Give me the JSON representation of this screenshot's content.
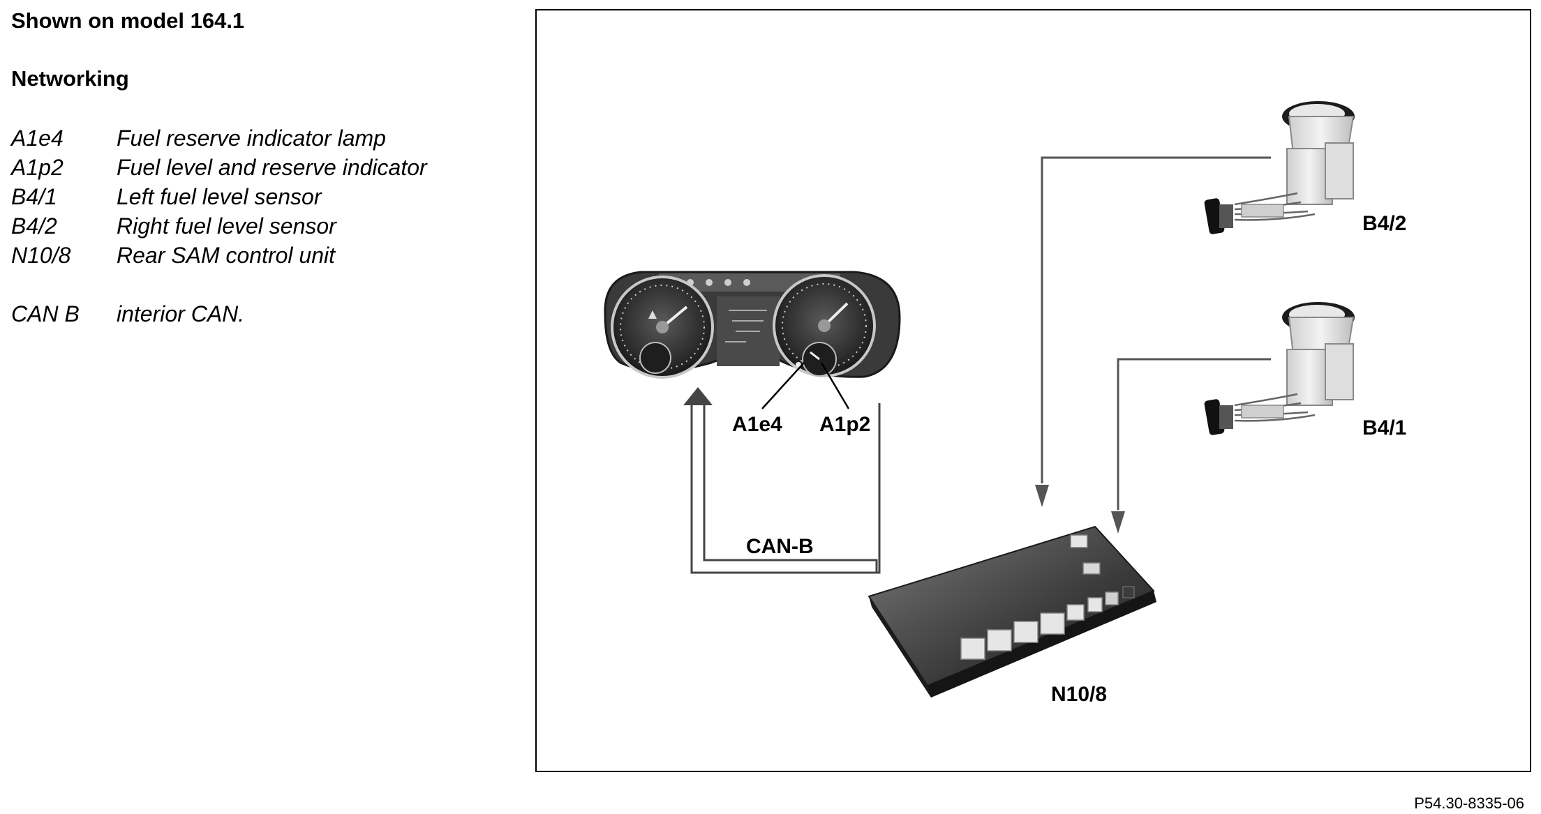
{
  "header": {
    "model": "Shown on model 164.1",
    "section": "Networking"
  },
  "legend": [
    {
      "code": "A1e4",
      "desc": "Fuel reserve indicator lamp"
    },
    {
      "code": "A1p2",
      "desc": "Fuel level and reserve indicator"
    },
    {
      "code": "B4/1",
      "desc": "Left fuel level sensor"
    },
    {
      "code": "B4/2",
      "desc": "Right fuel level sensor"
    },
    {
      "code": "N10/8",
      "desc": "Rear SAM control unit"
    },
    {
      "code": "CAN B",
      "desc": "interior CAN."
    }
  ],
  "diagram": {
    "labels": {
      "a1e4": "A1e4",
      "a1p2": "A1p2",
      "b42": "B4/2",
      "b41": "B4/1",
      "n108": "N10/8",
      "canb": "CAN-B"
    },
    "icons": {
      "cluster": "instrument-cluster-icon",
      "sensor": "fuel-sensor-icon",
      "module": "control-unit-icon"
    }
  },
  "footer": {
    "ref": "P54.30-8335-06"
  }
}
